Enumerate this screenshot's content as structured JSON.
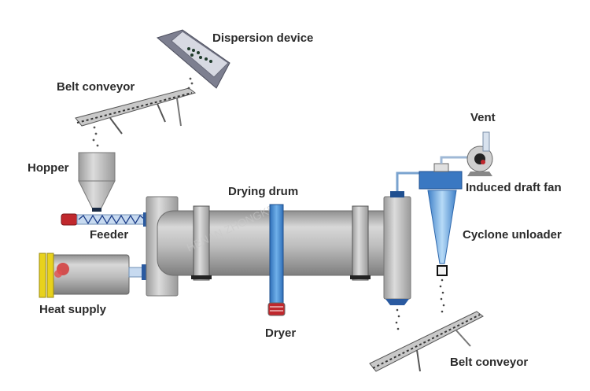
{
  "title": "Rotary drum dryer process flow",
  "labels": {
    "dispersion_device": "Dispersion device",
    "belt_conveyor_top": "Belt conveyor",
    "hopper": "Hopper",
    "feeder": "Feeder",
    "heat_supply": "Heat supply",
    "drying_drum": "Drying drum",
    "dryer": "Dryer",
    "vent": "Vent",
    "induced_draft_fan": "Induced draft fan",
    "cyclone_unloader": "Cyclone unloader",
    "belt_conveyor_bottom": "Belt conveyor"
  },
  "colors": {
    "drum_gray": "#b9b9b9",
    "pipe_blue": "#4a86c8",
    "cyclone_blue": "#6aa3dc",
    "motor_red": "#c0282d",
    "heat_yellow": "#e8d21c"
  }
}
